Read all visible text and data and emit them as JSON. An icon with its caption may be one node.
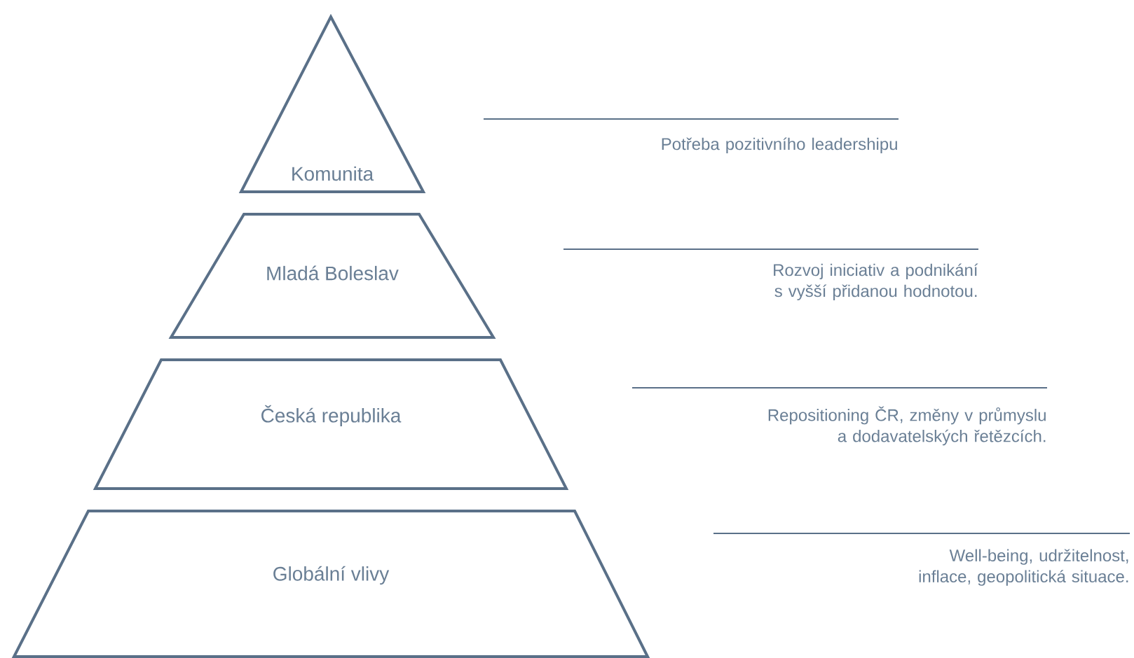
{
  "diagram": {
    "nodes": [
      {
        "text": [
          "Komunita"
        ]
      },
      {
        "text": [
          "Mladá Boleslav"
        ]
      },
      {
        "text": [
          "Česká republika"
        ]
      },
      {
        "text": [
          "Globální vlivy"
        ]
      }
    ],
    "labels": [
      "Potřeba pozitivního leadershipu",
      "Rozvoj iniciativ a podnikání s vyšší přidanou hodnotou.",
      "Repositioning ČR, změny v průmyslu a dodavatelských řetězcích.",
      "Well-being, udržitelnost, inflace, geopolitická situace."
    ]
  }
}
